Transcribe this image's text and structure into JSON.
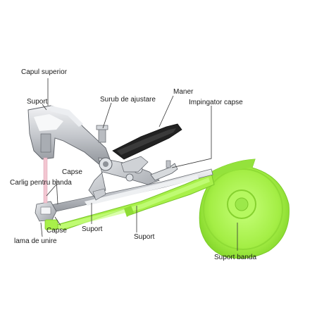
{
  "labels": {
    "capul_superior": "Capul superior",
    "suport_top": "Suport",
    "surub": "Surub de ajustare",
    "maner": "Maner",
    "impingator": "Impingator capse",
    "capse_top": "Capse",
    "carlig": "Carlig pentru banda",
    "capse_bottom": "Capse",
    "suport_mid": "Suport",
    "lama": "lama de unire",
    "suport_low": "Suport",
    "suport_banda": "Suport banda"
  },
  "colors": {
    "tape_green": "#a8f04a",
    "tape_dark": "#7fd12a",
    "metal": "#c9ccd1",
    "handle": "#222222",
    "line": "#333333",
    "text": "#1a1a1a"
  }
}
